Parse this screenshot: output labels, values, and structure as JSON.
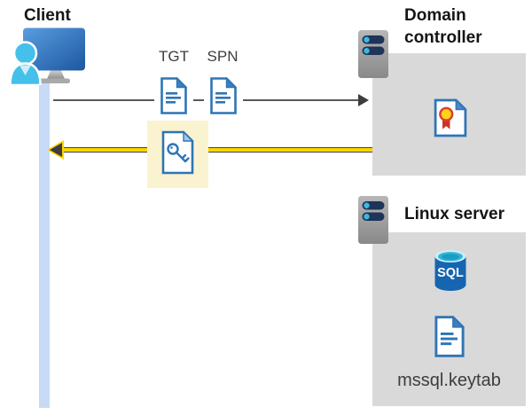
{
  "client": {
    "label": "Client"
  },
  "tickets": {
    "tgt_label": "TGT",
    "spn_label": "SPN"
  },
  "domain_controller": {
    "title": "Domain controller"
  },
  "linux_server": {
    "title": "Linux server",
    "sql_badge": "SQL",
    "keytab_label": "mssql.keytab"
  },
  "colors": {
    "doc_blue": "#2e75b6",
    "fold_blue": "#3c7ec0",
    "panel_gray": "#d9d9d9",
    "highlight_yellow": "#faf3cf",
    "arrow_yellow": "#ffd500",
    "arrow_gray": "#595959",
    "lifeline_blue": "#c7dbf6",
    "person_cyan": "#44c0ea",
    "server_navy": "#1e3459",
    "sql_body_blue": "#1565b0",
    "sql_top_cyan": "#30b6d8",
    "cert_seal_yellow": "#ffd21c",
    "cert_ribbon_red": "#c9342a"
  }
}
